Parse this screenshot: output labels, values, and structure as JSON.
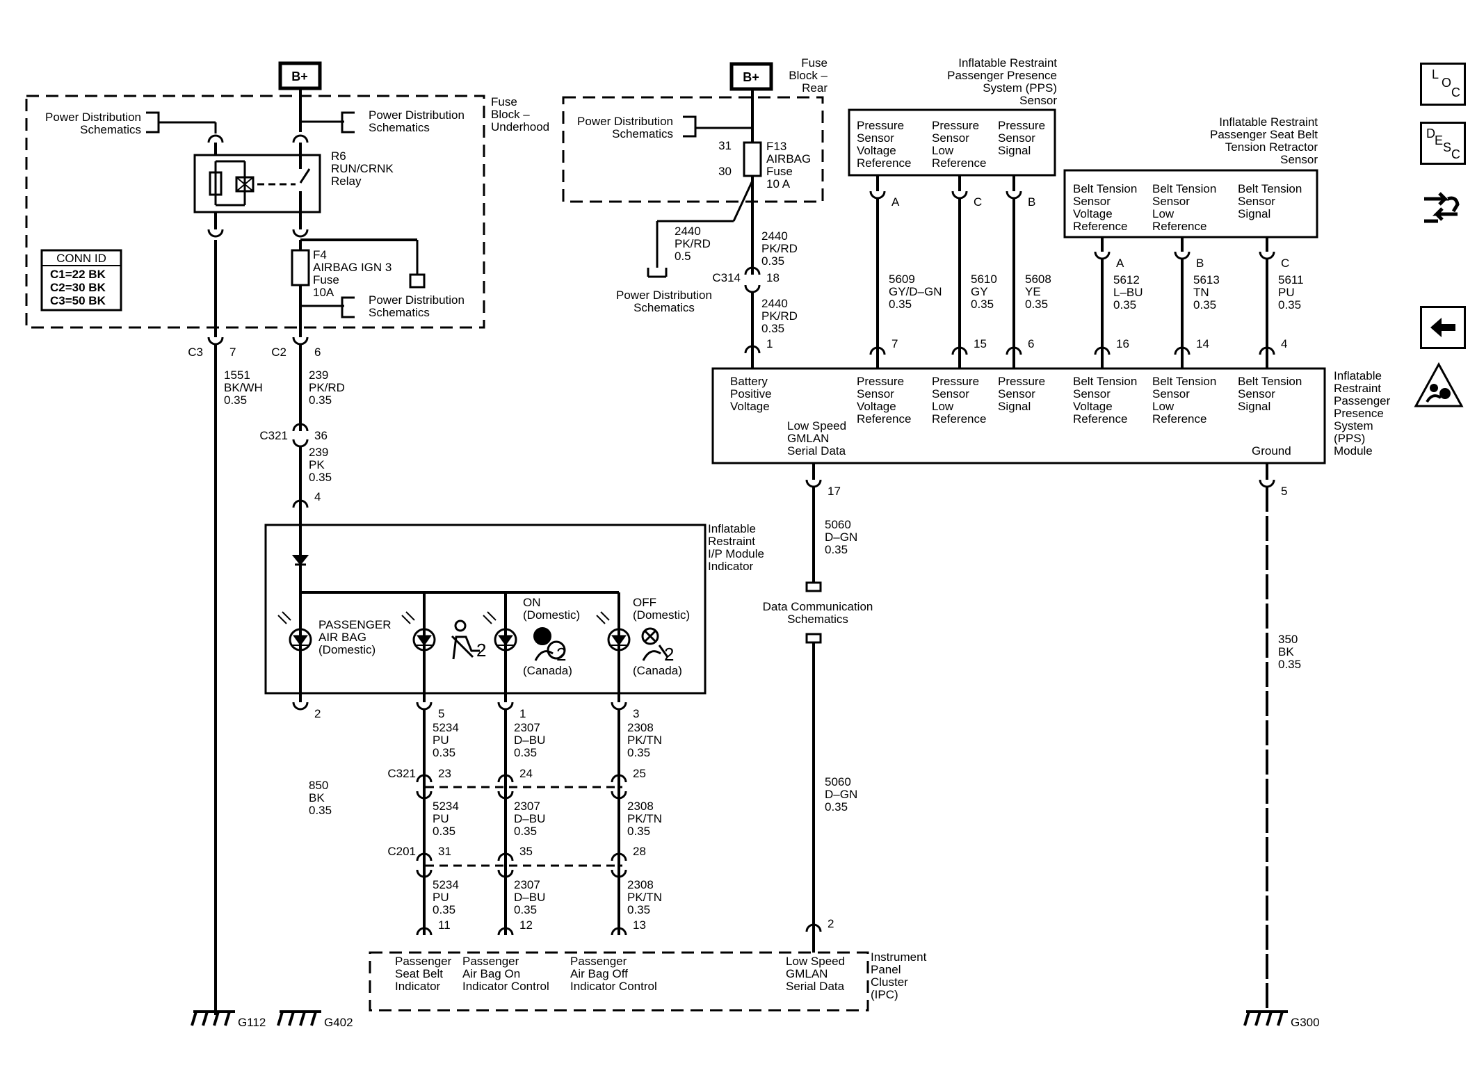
{
  "sources": {
    "bplus_left": "B+",
    "bplus_right": "B+",
    "fuse_block_underhood": "Fuse\nBlock –\nUnderhood",
    "fuse_block_rear": "Fuse\nBlock –\nRear"
  },
  "underhood": {
    "pds_left": "Power Distribution\nSchematics",
    "pds_top": "Power Distribution\nSchematics",
    "relay": "R6\nRUN/CRNK\nRelay",
    "fuse_f4": "F4\nAIRBAG IGN 3\nFuse\n10A",
    "pds_fuse": "Power Distribution\nSchematics",
    "conn_title": "CONN ID",
    "conn_rows": [
      "C1=22 BK",
      "C2=30 BK",
      "C3=50 BK"
    ]
  },
  "rear_block": {
    "pds": "Power Distribution\nSchematics",
    "fuse_f13": "F13\nAIRBAG\nFuse\n10 A",
    "pin_31": "31",
    "pin_30": "30",
    "wire_tap": "2440\nPK/RD\n0.5",
    "pds_tap": "Power Distribution\nSchematics"
  },
  "wires": {
    "w1551": "1551\nBK/WH\n0.35",
    "w239a": "239\nPK/RD\n0.35",
    "w239b": "239\nPK\n0.35",
    "w850": "850\nBK\n0.35",
    "w2440a": "2440\nPK/RD\n0.35",
    "w2440b": "2440\nPK/RD\n0.35",
    "w5609": "5609\nGY/D–GN\n0.35",
    "w5610": "5610\nGY\n0.35",
    "w5608": "5608\nYE\n0.35",
    "w5612": "5612\nL–BU\n0.35",
    "w5613": "5613\nTN\n0.35",
    "w5611": "5611\nPU\n0.35",
    "w5060a": "5060\nD–GN\n0.35",
    "w5060b": "5060\nD–GN\n0.35",
    "w350": "350\nBK\n0.35",
    "w5234": "5234\nPU\n0.35",
    "w2307": "2307\nD–BU\n0.35",
    "w2308": "2308\nPK/TN\n0.35"
  },
  "connectors": {
    "c3": "C3",
    "c2": "C2",
    "c321": "C321",
    "c314": "C314",
    "c201": "C201",
    "pin_7": "7",
    "pin_6": "6",
    "pin_36": "36",
    "pin_4": "4",
    "pin_2": "2",
    "pin_18": "18",
    "pin_1": "1",
    "pin_5": "5",
    "pin_3": "3",
    "pin_23": "23",
    "pin_24": "24",
    "pin_25": "25",
    "pin_31": "31",
    "pin_35": "35",
    "pin_28": "28",
    "pin_11": "11",
    "pin_12": "12",
    "pin_13": "13",
    "pin_17": "17",
    "pin_5b": "5",
    "pin_ipc2": "2",
    "pins_pps": [
      "7",
      "15",
      "6",
      "16",
      "14",
      "4"
    ],
    "letters_pps": [
      "A",
      "C",
      "B"
    ],
    "letters_belt": [
      "A",
      "B",
      "C"
    ]
  },
  "pps_sensor": {
    "title": "Inflatable Restraint\nPassenger Presence\nSystem (PPS)\nSensor",
    "cols": [
      "Pressure\nSensor\nVoltage\nReference",
      "Pressure\nSensor\nLow\nReference",
      "Pressure\nSensor\nSignal"
    ]
  },
  "belt_sensor": {
    "title": "Inflatable Restraint\nPassenger Seat Belt\nTension Retractor\nSensor",
    "cols": [
      "Belt Tension\nSensor\nVoltage\nReference",
      "Belt Tension\nSensor\nLow\nReference",
      "Belt Tension\nSensor\nSignal"
    ]
  },
  "pps_module": {
    "title": "Inflatable\nRestraint\nPassenger\nPresence\nSystem\n(PPS)\nModule",
    "battery": "Battery\nPositive\nVoltage",
    "cols": [
      "Pressure\nSensor\nVoltage\nReference",
      "Pressure\nSensor\nLow\nReference",
      "Pressure\nSensor\nSignal",
      "Belt Tension\nSensor\nVoltage\nReference",
      "Belt Tension\nSensor\nLow\nReference",
      "Belt Tension\nSensor\nSignal"
    ],
    "gmlan": "Low Speed\nGMLAN\nSerial Data",
    "ground": "Ground"
  },
  "data_comm": "Data Communication\nSchematics",
  "indicator": {
    "title": "Inflatable\nRestraint\nI/P Module\nIndicator",
    "passenger_airbag": "PASSENGER\nAIR BAG\n(Domestic)",
    "on_domestic": "ON\n(Domestic)",
    "off_domestic": "OFF\n(Domestic)",
    "canada_on": "(Canada)",
    "canada_off": "(Canada)",
    "num2": "2"
  },
  "ipc": {
    "title": "Instrument\nPanel\nCluster\n(IPC)",
    "cols": [
      "Passenger\nSeat Belt\nIndicator",
      "Passenger\nAir Bag On\nIndicator Control",
      "Passenger\nAir Bag Off\nIndicator Control",
      "Low Speed\nGMLAN\nSerial Data"
    ]
  },
  "grounds": [
    "G112",
    "G402",
    "G300"
  ],
  "side_buttons": {
    "loc": [
      "L",
      "O",
      "C"
    ],
    "desc": [
      "D",
      "E",
      "S",
      "C"
    ]
  }
}
